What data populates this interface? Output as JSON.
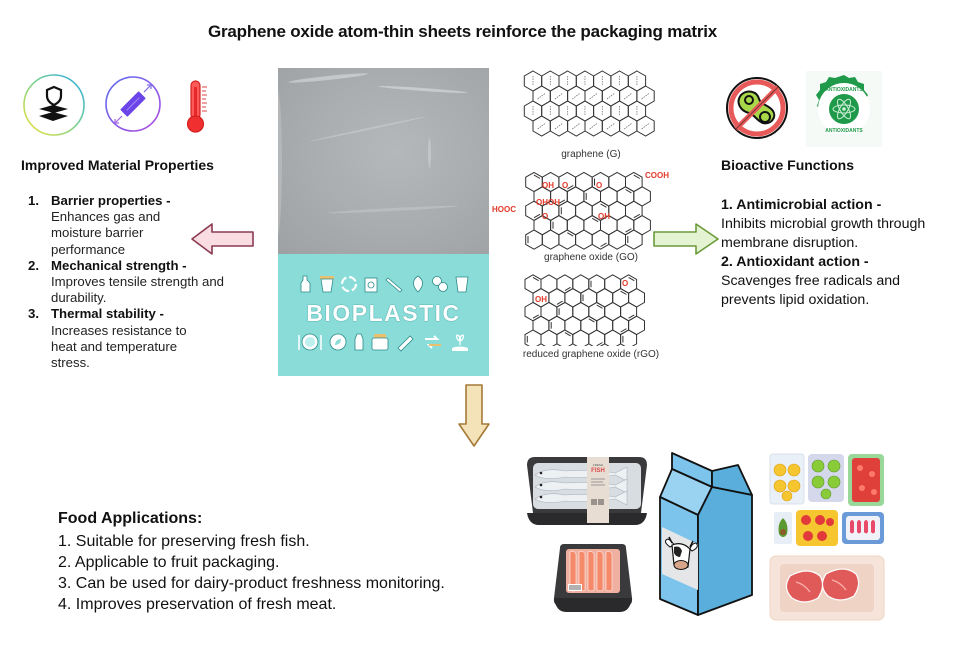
{
  "title": "Graphene oxide atom-thin sheets reinforce the packaging matrix",
  "left_panel": {
    "icons": [
      "barrier-layers-shield-icon",
      "tensile-strength-stretch-icon",
      "thermometer-icon"
    ],
    "heading": "Improved Material Properties",
    "items": [
      {
        "num": "1.",
        "title": "Barrier properties -",
        "desc": "Enhances gas and moisture barrier performance"
      },
      {
        "num": "2.",
        "title": "Mechanical strength -",
        "desc": "Improves tensile strength and durability."
      },
      {
        "num": "3.",
        "title": "Thermal stability -",
        "desc": "Increases resistance to heat and temperature stress."
      }
    ]
  },
  "center": {
    "film_label": "graphene oxide film photo",
    "bioplastic_word": "BIOPLASTIC",
    "molecules": [
      {
        "caption": "graphene (G)",
        "groups": []
      },
      {
        "caption": "graphene oxide (GO)",
        "groups": [
          "OH",
          "O",
          "O",
          "COOH",
          "HOOC",
          "OH",
          "OH",
          "O",
          "OH"
        ]
      },
      {
        "caption": "reduced graphene oxide (rGO)",
        "groups": [
          "O",
          "OH"
        ]
      }
    ]
  },
  "right_panel": {
    "icons": [
      "no-bacteria-icon",
      "antioxidants-badge-icon"
    ],
    "badge_text": "ANTIOXIDANTS",
    "heading": "Bioactive Functions",
    "items": [
      {
        "title": "1. Antimicrobial action -",
        "desc": "Inhibits microbial growth through membrane disruption."
      },
      {
        "title": "2. Antioxidant action -",
        "desc": "Scavenges free radicals and prevents lipid oxidation."
      }
    ]
  },
  "food": {
    "heading": "Food Applications:",
    "items": [
      "1. Suitable for preserving fresh fish.",
      "2. Applicable to fruit packaging.",
      "3. Can be used for dairy-product freshness monitoring.",
      "4. Improves preservation of fresh meat."
    ],
    "fish_label_top": "FRESH",
    "fish_label": "FISH"
  },
  "colors": {
    "left_arrow_fill": "#f9dde3",
    "left_arrow_stroke": "#8a3a52",
    "right_arrow_fill": "#e4f3d2",
    "right_arrow_stroke": "#6a9a3a",
    "down_arrow_fill": "#f4e2b8",
    "down_arrow_stroke": "#a57a38",
    "bioplastic_bg": "#8adcd9",
    "carton_blue": "#7cc4ec",
    "oxide_red": "#e23a2a"
  }
}
